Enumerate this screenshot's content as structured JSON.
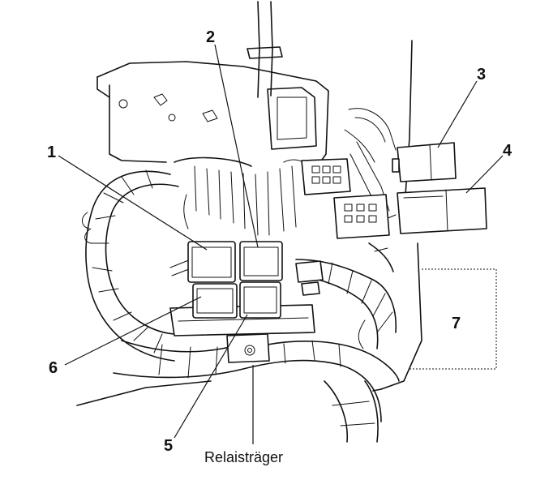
{
  "callouts": {
    "c1": "1",
    "c2": "2",
    "c3": "3",
    "c4": "4",
    "c5": "5",
    "c6": "6",
    "c7": "7"
  },
  "caption": "Relaisträger"
}
